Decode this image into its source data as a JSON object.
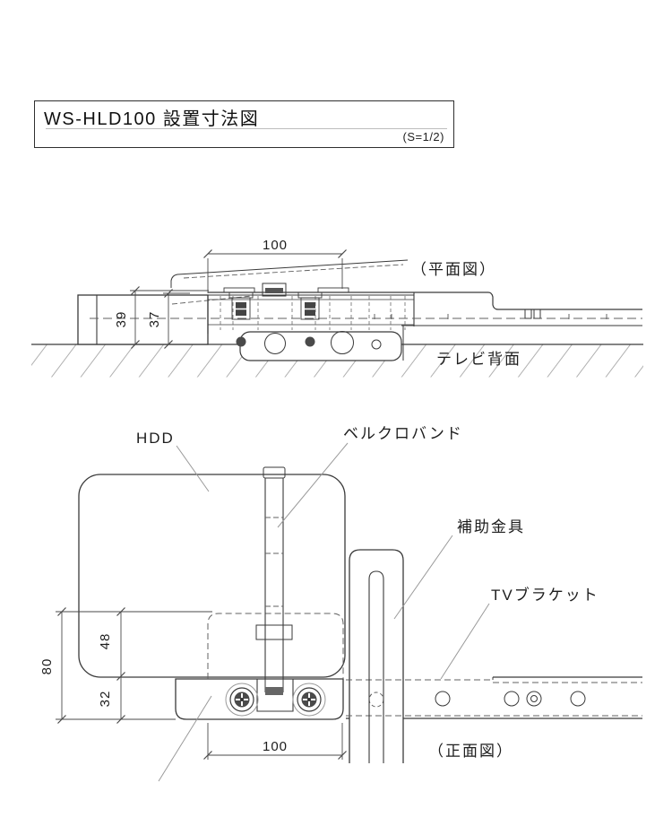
{
  "title_block": {
    "title": "WS-HLD100 設置寸法図",
    "scale": "(S=1/2)"
  },
  "plan": {
    "caption": "（平面図）",
    "surface_label": "テレビ背面",
    "dim_width": "100",
    "dim_39": "39",
    "dim_37": "37"
  },
  "front": {
    "caption": "（正面図）",
    "hdd": "HDD",
    "velcro": "ベルクロバンド",
    "aux": "補助金具",
    "tv": "TVブラケット",
    "dim_80": "80",
    "dim_48": "48",
    "dim_32": "32",
    "dim_100": "100"
  },
  "colors": {
    "line": "#3a3a3a",
    "hidden_line": "#606060",
    "hatch": "#b0b0b0",
    "background": "#ffffff"
  }
}
